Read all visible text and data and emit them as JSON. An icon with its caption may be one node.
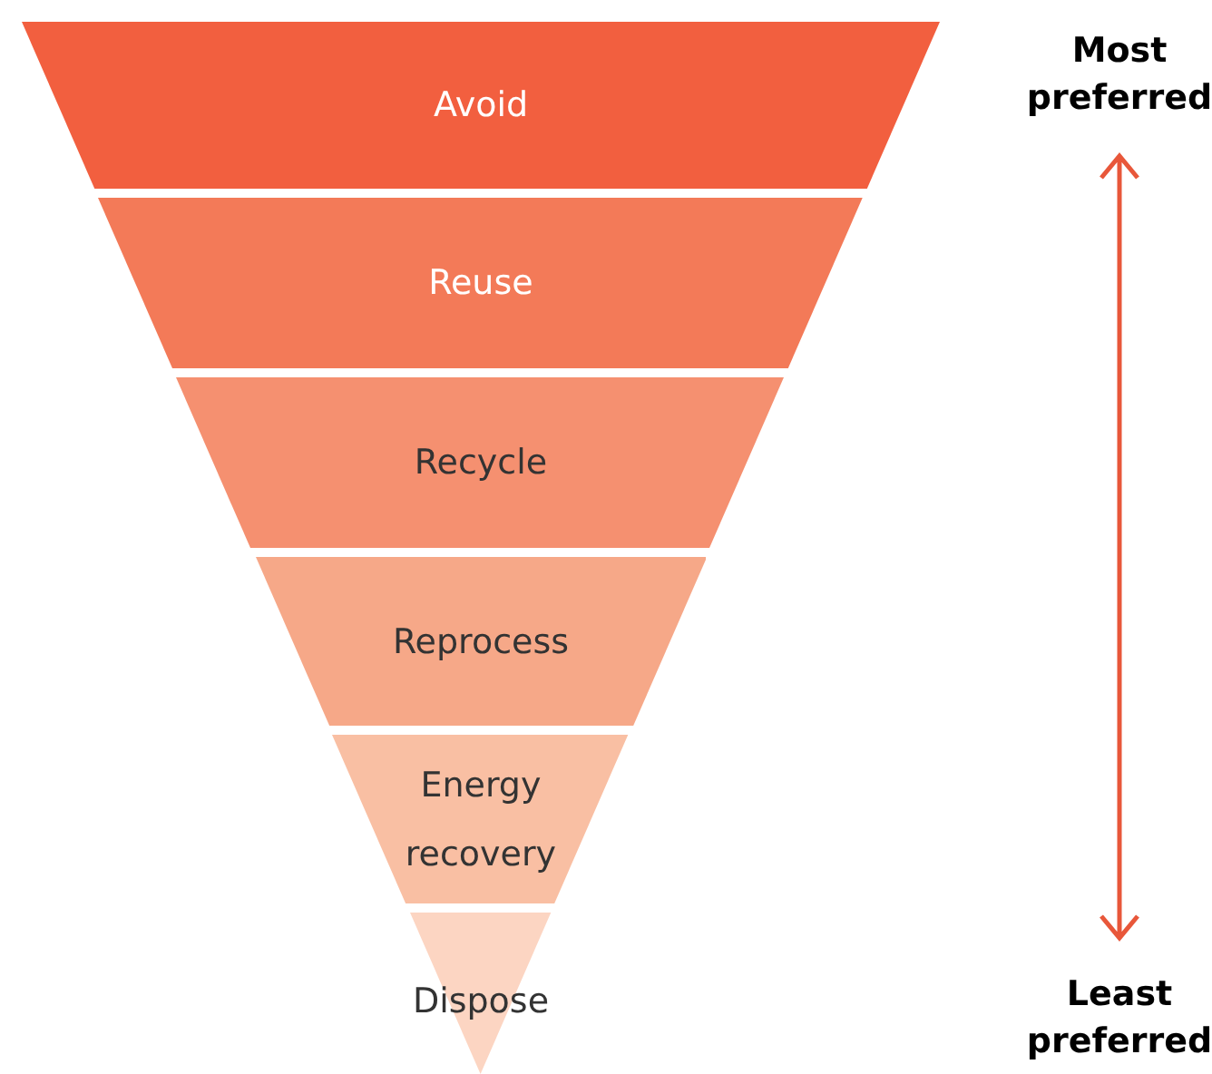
{
  "diagram": {
    "nodes": [
      {
        "text": [
          "Avoid"
        ]
      },
      {
        "text": [
          "Reuse"
        ]
      },
      {
        "text": [
          "Recycle"
        ]
      },
      {
        "text": [
          "Reprocess"
        ]
      },
      {
        "text": [
          "Energy recovery"
        ]
      },
      {
        "text": [
          "Dispose"
        ]
      }
    ],
    "labels": [
      "Most preferred",
      "Least preferred"
    ]
  }
}
